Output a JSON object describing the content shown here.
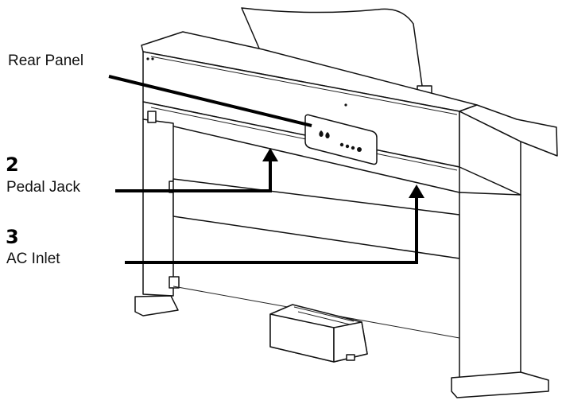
{
  "callouts": {
    "rear_panel": {
      "label": "Rear Panel"
    },
    "pedal_jack": {
      "number": "2",
      "label": "Pedal Jack"
    },
    "ac_inlet": {
      "number": "3",
      "label": "AC Inlet"
    }
  },
  "colors": {
    "line": "#000000",
    "background": "#ffffff"
  }
}
